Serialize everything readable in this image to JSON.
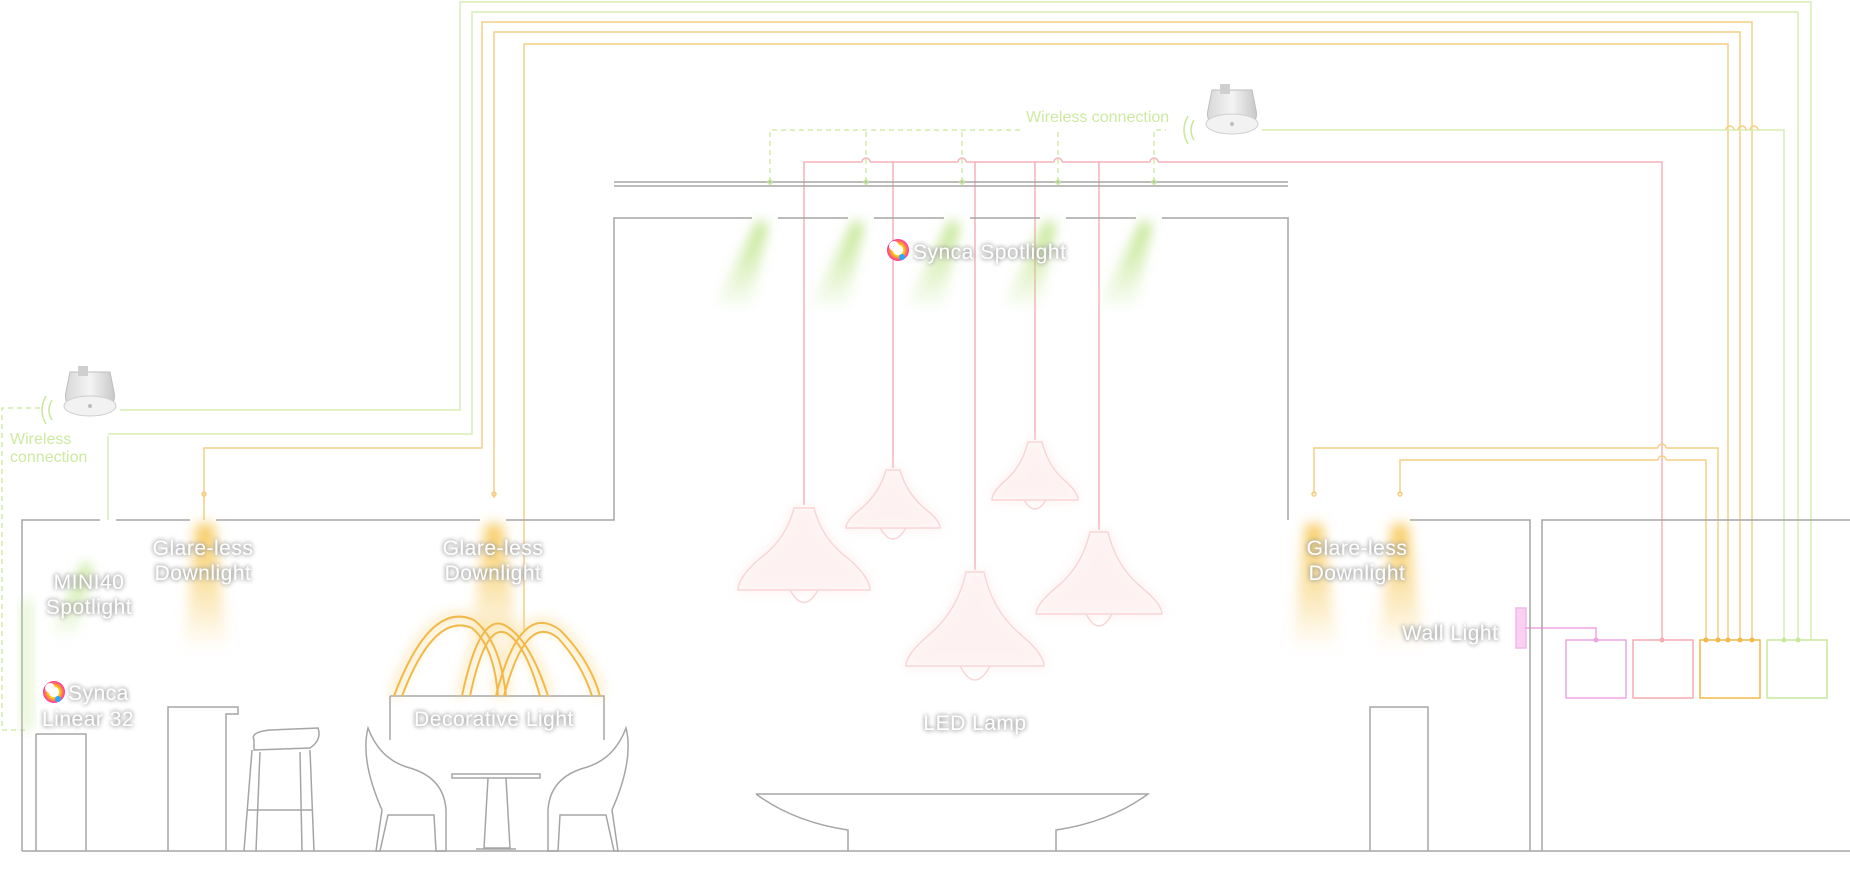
{
  "labels": {
    "synca_spotlight": "Synca  Spotlight",
    "glare_less_left": [
      "Glare-less",
      "Downlight"
    ],
    "glare_less_center": [
      "Glare-less",
      "Downlight"
    ],
    "glare_less_right": [
      "Glare-less",
      "Downlight"
    ],
    "mini40": [
      "MINI40",
      "Spotlight"
    ],
    "synca_linear": [
      "Synca",
      "Linear 32"
    ],
    "decorative_light": "Decorative Light",
    "led_lamp": "LED Lamp",
    "wall_light": "Wall Light",
    "wireless_top": "Wireless connection",
    "wireless_left": [
      "Wireless",
      "connection"
    ]
  },
  "colors": {
    "green": "#c8e89a",
    "orange": "#f2b94a",
    "pink": "#f5aab0",
    "magenta": "#f0a0e0",
    "gray": "#9a9a9a"
  },
  "icons": {
    "sensor": "sensor-icon",
    "rgb": "rgb-color-wheel-icon",
    "wireless": "wireless-signal-icon"
  }
}
